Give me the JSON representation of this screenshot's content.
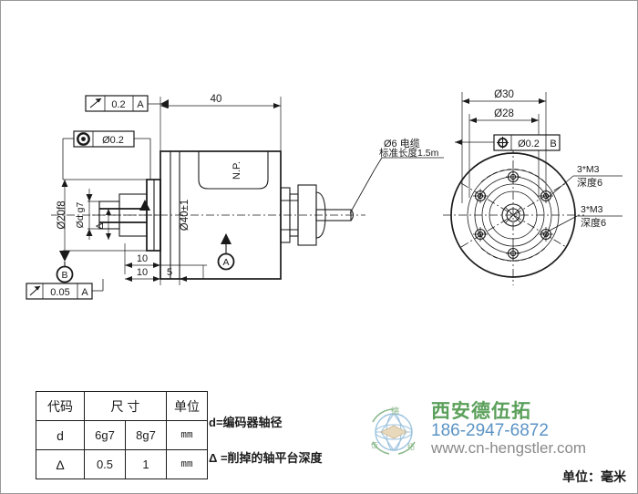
{
  "drawing": {
    "title": "Encoder outline dimension drawing",
    "unit_note": "单位：毫米",
    "side_view": {
      "length_dim": "40",
      "body_diameter": "Ø40±1",
      "flange_diameter": "Ø20f8",
      "shaft_diameter": "Ød g7",
      "flat_depth_symbol": "Δ",
      "nameplate": "N.P.",
      "datum_a": "A",
      "datum_b": "B",
      "step_dim_1": "10",
      "step_dim_2": "10",
      "step_dim_3": "5",
      "tolerance_runout_top": {
        "symbol": "run-out",
        "value": "0.2",
        "datum": "A"
      },
      "tolerance_concentricity": {
        "symbol": "concentricity",
        "value": "Ø0.2"
      },
      "tolerance_runout_bottom": {
        "symbol": "run-out",
        "value": "0.05",
        "datum": "A"
      },
      "cable_label_line1": "Ø6 电缆",
      "cable_label_line2": "标准长度1.5m"
    },
    "front_view": {
      "outer_bolt_circle": "Ø30",
      "inner_bolt_circle": "Ø28",
      "tolerance_position": {
        "symbol": "position",
        "value": "Ø0.2",
        "datum": "B"
      },
      "callout_1_line1": "3*M3",
      "callout_1_line2": "深度6",
      "callout_2_line1": "3*M3",
      "callout_2_line2": "深度6"
    }
  },
  "spec_table": {
    "headers": [
      "代码",
      "尺 寸",
      "单位"
    ],
    "rows": [
      {
        "code": "d",
        "val_1": "6g7",
        "val_2": "8g7",
        "unit": "mm"
      },
      {
        "code": "Δ",
        "val_1": "0.5",
        "val_2": "1",
        "unit": "mm"
      }
    ]
  },
  "legend": {
    "line_1": "d=编码器轴径",
    "line_2": "Δ =削掉的轴平台深度"
  },
  "brand": {
    "name": "西安德伍拓",
    "phone": "186-2947-6872",
    "url": "www.cn-hengstler.com",
    "name_color": "#5ba05b",
    "phone_color": "#5b93c4",
    "url_color": "#8a8a8a",
    "logo_icon": "globe-logo-icon"
  }
}
